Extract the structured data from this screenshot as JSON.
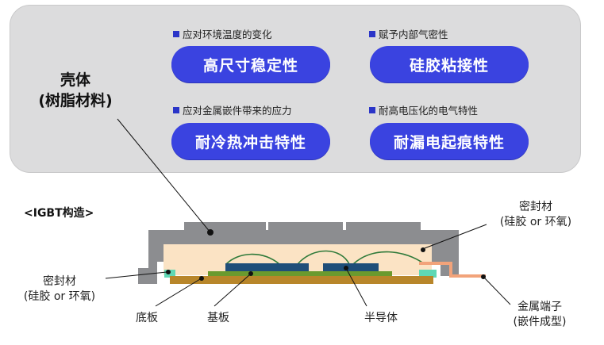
{
  "top_panel": {
    "shell_label_line1": "壳体",
    "shell_label_line2": "(树脂材料)",
    "features": [
      {
        "note": "应对环境温度的变化",
        "title": "高尺寸稳定性"
      },
      {
        "note": "赋予内部气密性",
        "title": "硅胶粘接性"
      },
      {
        "note": "应对金属嵌件带来的应力",
        "title": "耐冷热冲击特性"
      },
      {
        "note": "耐高电压化的电气特性",
        "title": "耐漏电起痕特性"
      }
    ]
  },
  "structure": {
    "title": "<IGBT构造>",
    "labels": {
      "sealant_right_line1": "密封材",
      "sealant_right_line2": "(硅胶 or 环氧)",
      "sealant_left_line1": "密封材",
      "sealant_left_line2": "(硅胶 or 环氧)",
      "baseplate": "底板",
      "substrate": "基板",
      "semiconductor": "半导体",
      "terminal_line1": "金属端子",
      "terminal_line2": "(嵌件成型)"
    }
  },
  "colors": {
    "pill_blue": "#3a43e0",
    "panel_gray": "#dcdcdd",
    "shell_gray": "#8c8d90",
    "gel_fill": "#fbe3c4",
    "chip_navy": "#1f4e79",
    "substrate_green": "#6a9a2e",
    "baseplate_brown": "#b8862a",
    "sealant_mint": "#5fd8b5",
    "terminal_salmon": "#f2a37a",
    "wire_green": "#2f7a3a"
  }
}
